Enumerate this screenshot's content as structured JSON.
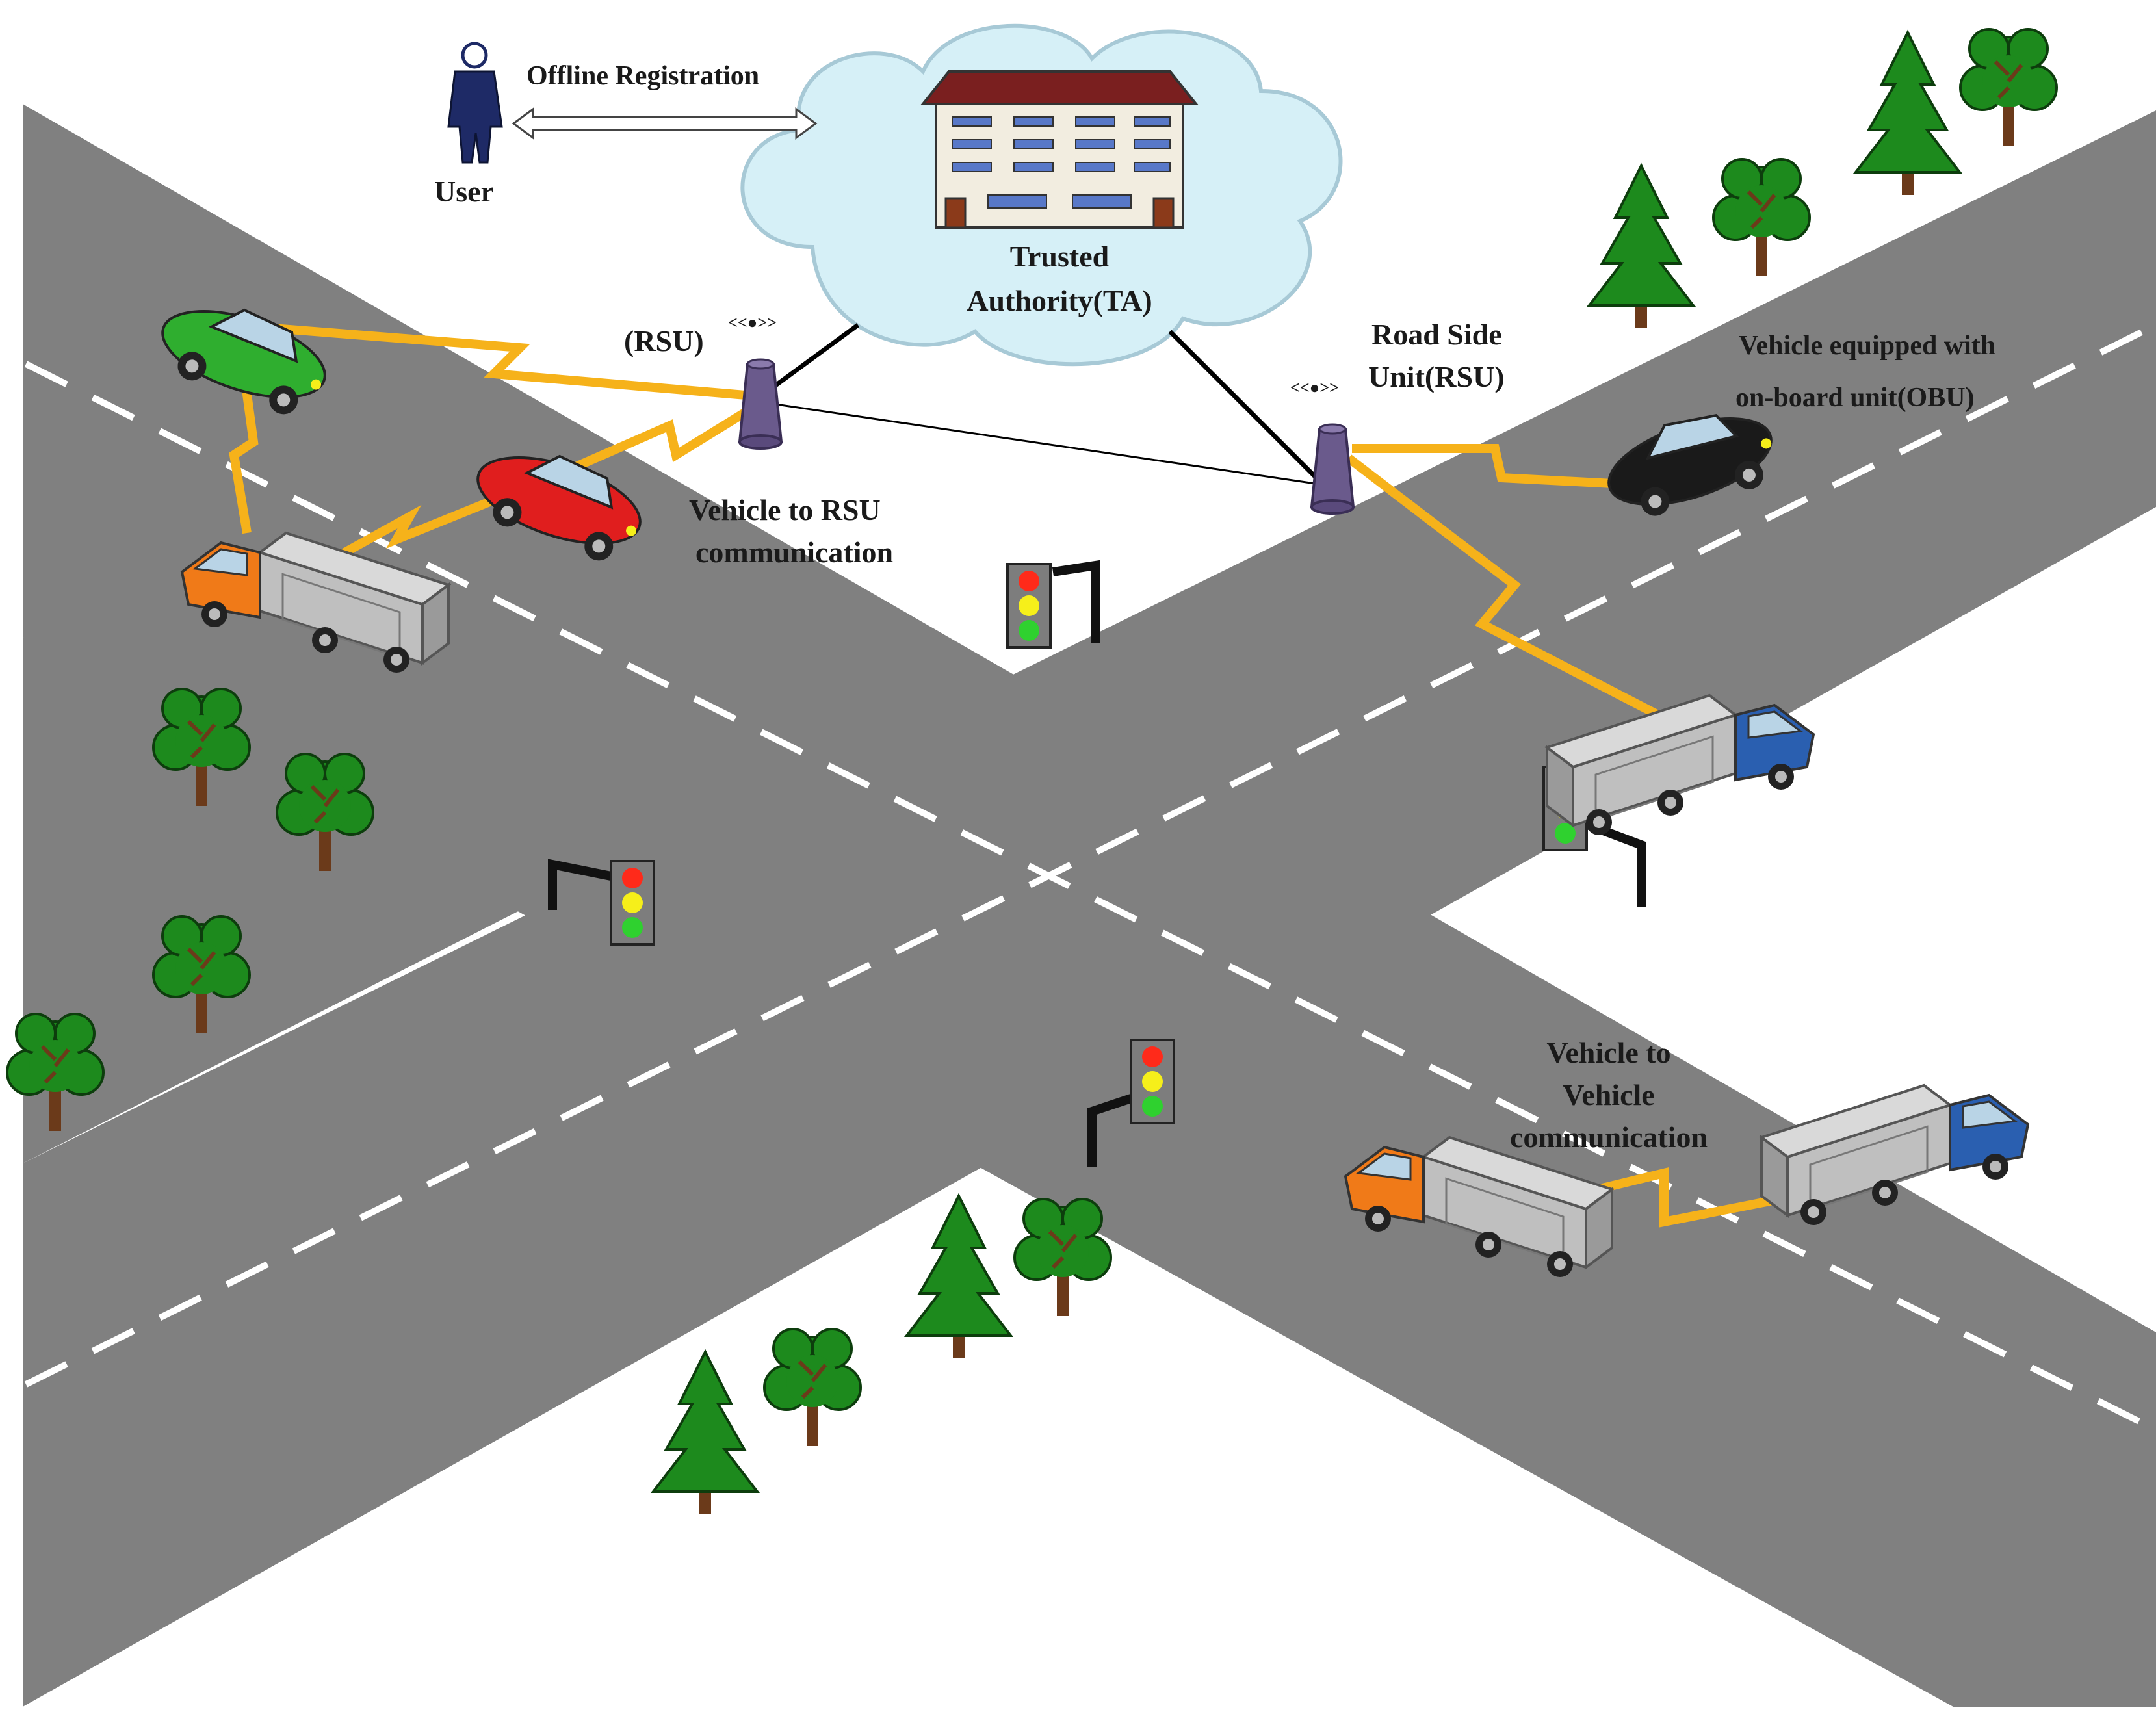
{
  "labels": {
    "offline_registration": "Offline Registration",
    "user": "User",
    "trusted_line1": "Trusted",
    "trusted_line2": "Authority(TA)",
    "rsu_left": "(RSU)",
    "rsu_right_line1": "Road Side",
    "rsu_right_line2": "Unit(RSU)",
    "v2r_line1": "Vehicle to RSU",
    "v2r_line2": "communication",
    "obu_line1": "Vehicle equipped with",
    "obu_line2": "on-board unit(OBU)",
    "v2v_line1": "Vehicle to",
    "v2v_line2": "Vehicle",
    "v2v_line3": "communication",
    "signal_glyph": "<<●>>"
  },
  "colors": {
    "road": "#808080",
    "lane_marking": "#ffffff",
    "wireless_link": "#f6b21a",
    "cloud": "#d6f0f7",
    "rsu_tower": "#6a5a8c",
    "tree": "#1d8a1d",
    "car_green": "#2fae2f",
    "car_red": "#e01e1e",
    "car_black": "#1a1a1a",
    "truck_orange": "#f07a18",
    "truck_blue": "#2a5fb0",
    "traffic_red": "#ff2a1a",
    "traffic_yellow": "#f6ef1a",
    "traffic_green": "#2fd12f"
  },
  "icons": [
    "user-icon",
    "building-icon",
    "cloud-icon",
    "rsu-tower-icon",
    "traffic-light-icon",
    "tree-icon",
    "car-icon",
    "truck-icon"
  ]
}
